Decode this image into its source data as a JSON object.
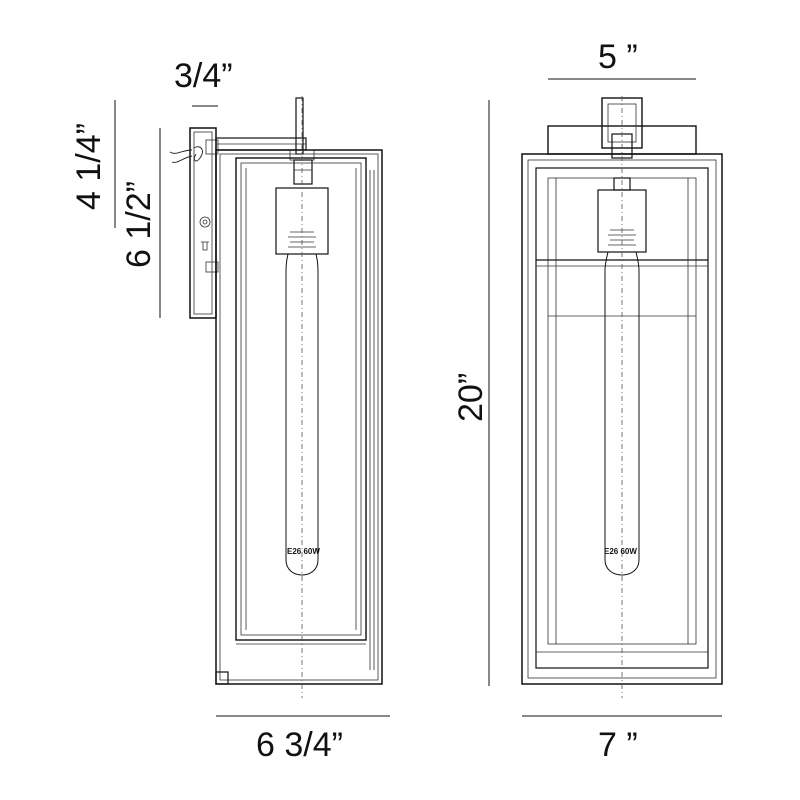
{
  "dimensions": {
    "mount_offset": "3/4”",
    "backplate_upper": "4 1/4”",
    "backplate_height": "6 1/2”",
    "overall_height": "20”",
    "top_width": "5 ”",
    "side_depth": "6 3/4”",
    "front_width": "7 ”"
  },
  "bulb": {
    "side_label": "E26 60W",
    "front_label": "E26 60W"
  }
}
